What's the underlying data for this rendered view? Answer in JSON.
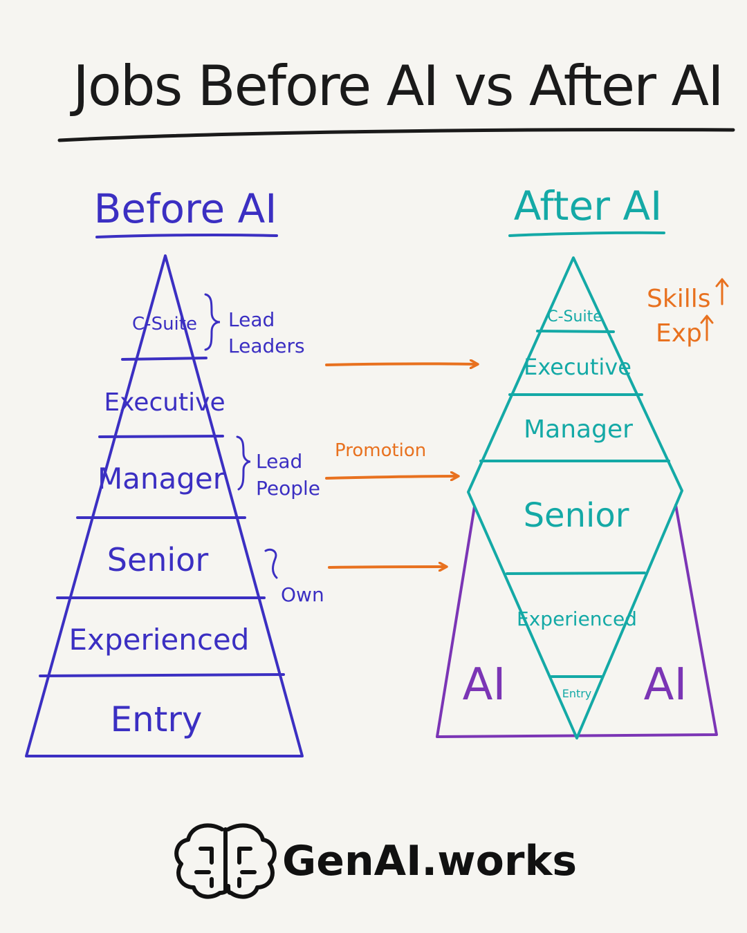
{
  "title": "Jobs Before AI vs After AI",
  "before": {
    "heading": "Before AI",
    "levels": [
      "C-Suite",
      "Executive",
      "Manager",
      "Senior",
      "Experienced",
      "Entry"
    ],
    "notes": {
      "lead_leaders_1": "Lead",
      "lead_leaders_2": "Leaders",
      "lead_people_1": "Lead",
      "lead_people_2": "People",
      "own": "Own"
    }
  },
  "after": {
    "heading": "After AI",
    "levels": [
      "C-Suite",
      "Executive",
      "Manager",
      "Senior",
      "Experienced",
      "Entry"
    ],
    "ai_left": "AI",
    "ai_right": "AI",
    "skills": "Skills",
    "exp": "Exp"
  },
  "arrow_label": "Promotion",
  "brand": {
    "name": "GenAI.works",
    "icon": "brain-icon"
  },
  "colors": {
    "before": "#3b2fc2",
    "after": "#14a9a6",
    "ai": "#7b35b5",
    "arrow": "#e8711f",
    "ink": "#1a1a1a",
    "background": "#f6f5f1"
  }
}
